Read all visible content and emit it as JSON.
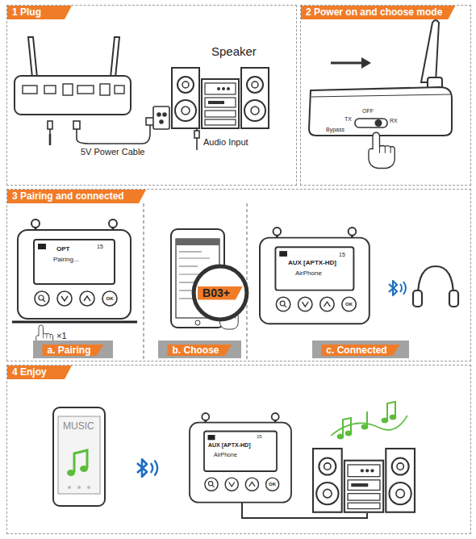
{
  "diagram": {
    "nodes": [
      {
        "text": [
          "1 Plug"
        ]
      },
      {
        "text": [
          "2 Power on and choose mode"
        ]
      },
      {
        "text": [
          "3 Pairing and connected"
        ]
      },
      {
        "text": [
          "a. Pairing"
        ],
        "in": 2
      },
      {
        "text": [
          "B03+"
        ],
        "in": 2
      },
      {
        "text": [
          "b. Choose"
        ],
        "in": 2
      },
      {
        "text": [
          "c. Connected"
        ],
        "in": 2
      },
      {
        "text": [
          "4 Enjoy"
        ]
      }
    ],
    "labels": [
      "Speaker",
      "5V Power Cable",
      "Audio Input",
      "OFF",
      "TX",
      "Bypass",
      "RX",
      "OPT",
      "15",
      "Pairing...",
      "×1",
      "OK",
      "AUX [APTX-HD]",
      "15",
      "AirPhone",
      "OK",
      "MUSIC",
      "AUX [APTX-HD]",
      "15",
      "AirPhone",
      "OK"
    ]
  }
}
